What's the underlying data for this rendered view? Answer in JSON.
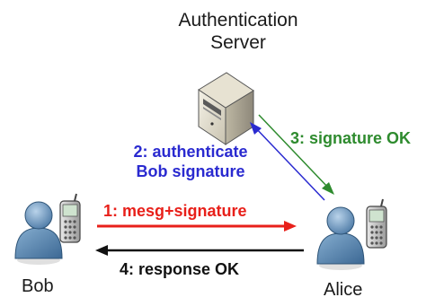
{
  "server": {
    "title_line1": "Authentication",
    "title_line2": "Server"
  },
  "actors": {
    "left": "Bob",
    "right": "Alice"
  },
  "messages": {
    "m1": {
      "text": "1: mesg+signature",
      "color": "#e8201a"
    },
    "m2": {
      "line1": "2: authenticate",
      "line2": "Bob signature",
      "color": "#2a2ad0"
    },
    "m3": {
      "text": "3: signature OK",
      "color": "#2e8b2e"
    },
    "m4": {
      "text": "4: response OK",
      "color": "#111111"
    }
  },
  "icons": [
    "server-tower-icon",
    "user-icon",
    "cellphone-icon"
  ]
}
